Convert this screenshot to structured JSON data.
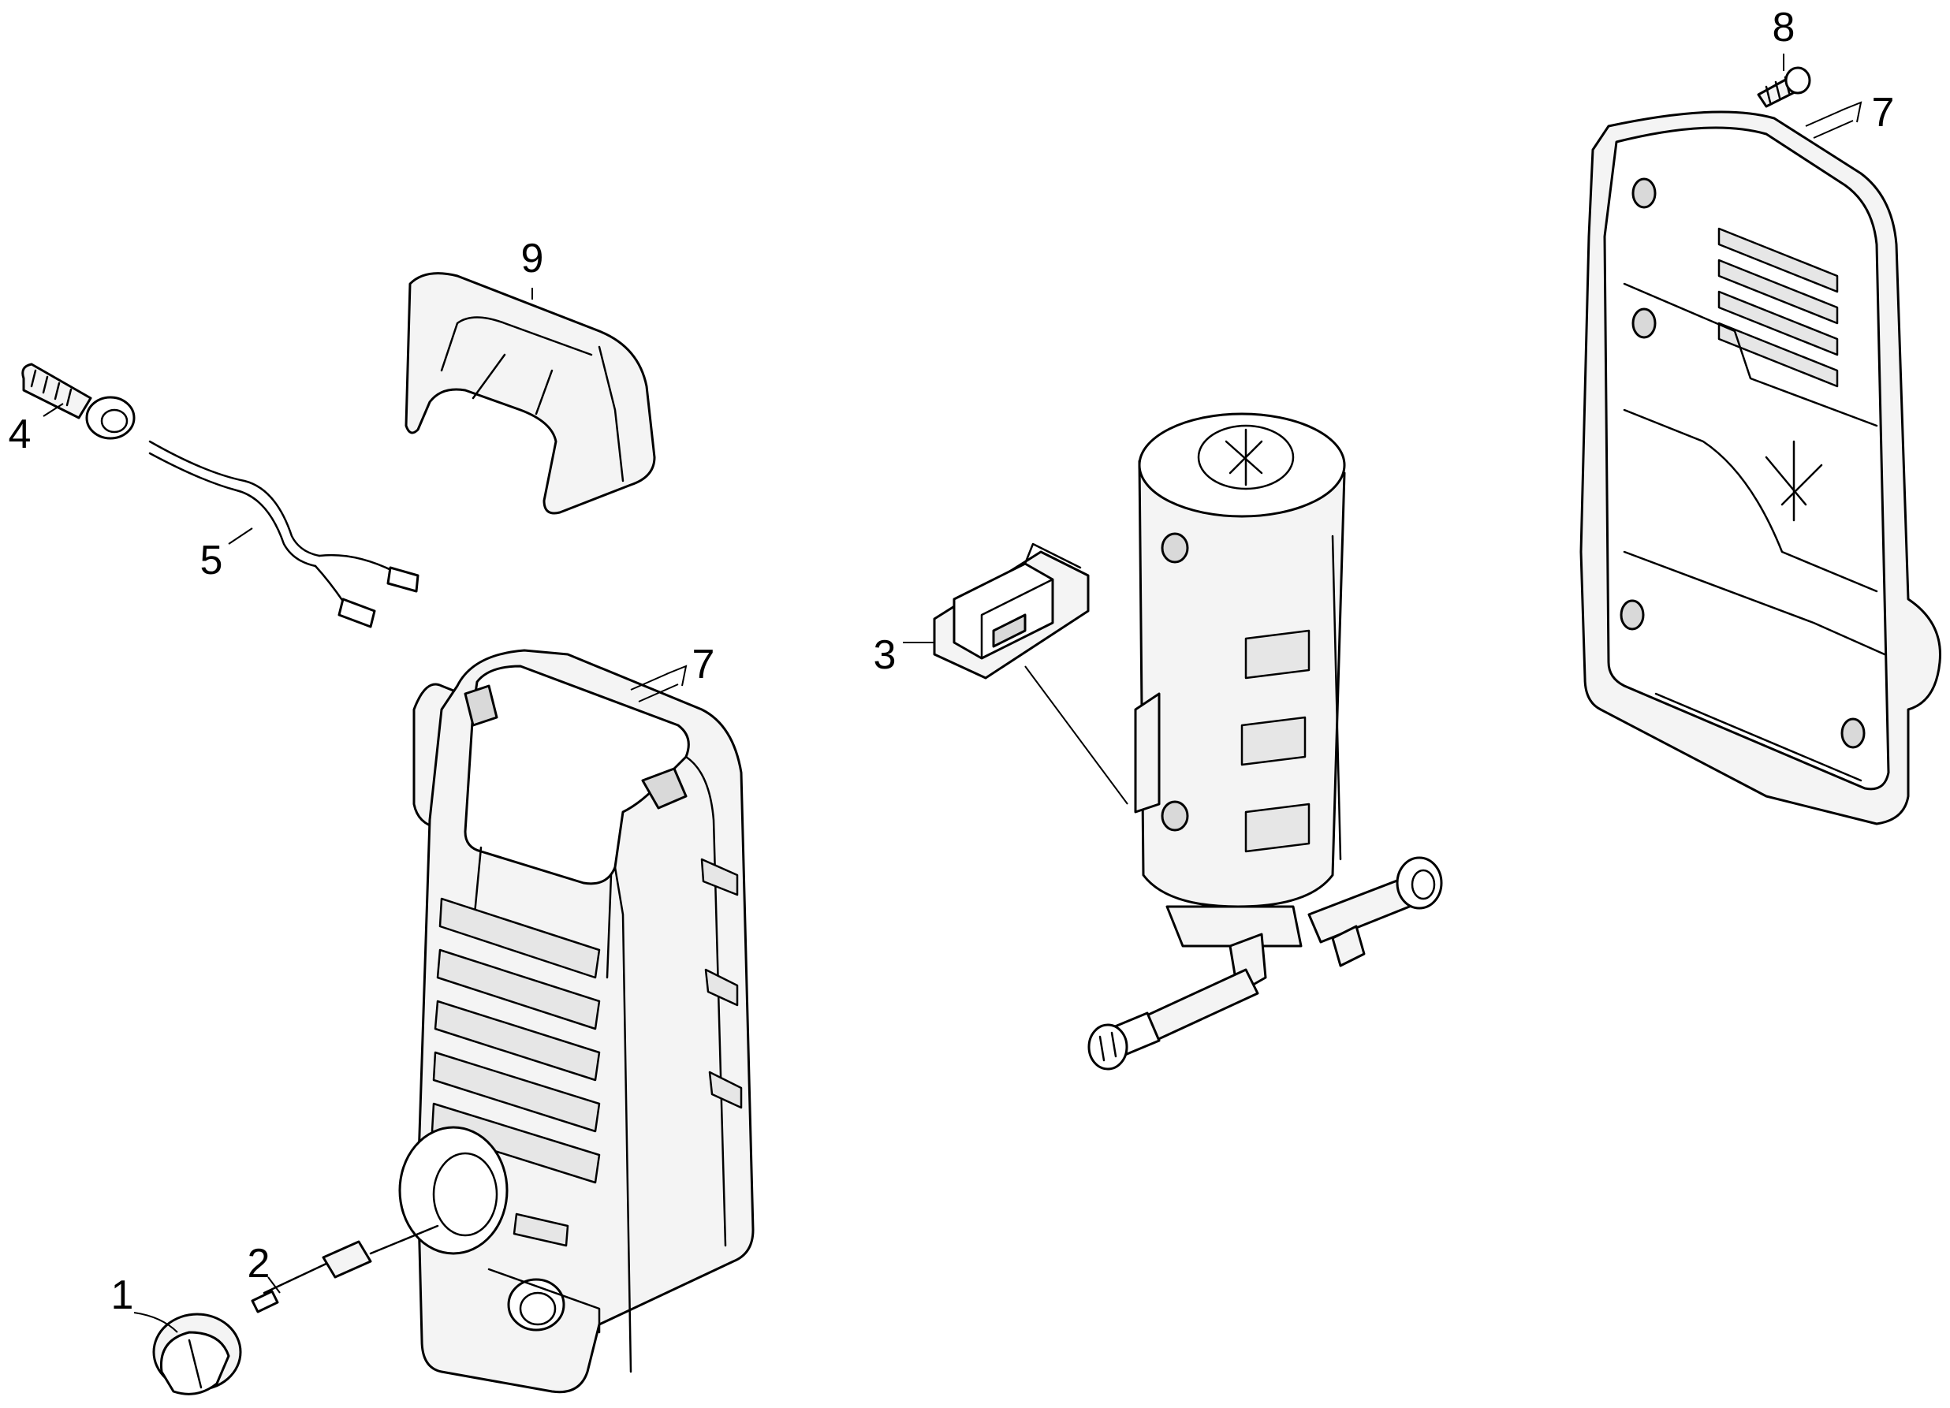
{
  "callouts": [
    {
      "id": "1",
      "label": "1"
    },
    {
      "id": "2",
      "label": "2"
    },
    {
      "id": "3",
      "label": "3"
    },
    {
      "id": "4",
      "label": "4"
    },
    {
      "id": "5",
      "label": "5"
    },
    {
      "id": "7a",
      "label": "7"
    },
    {
      "id": "7b",
      "label": "7"
    },
    {
      "id": "8",
      "label": "8"
    },
    {
      "id": "9",
      "label": "9"
    }
  ]
}
